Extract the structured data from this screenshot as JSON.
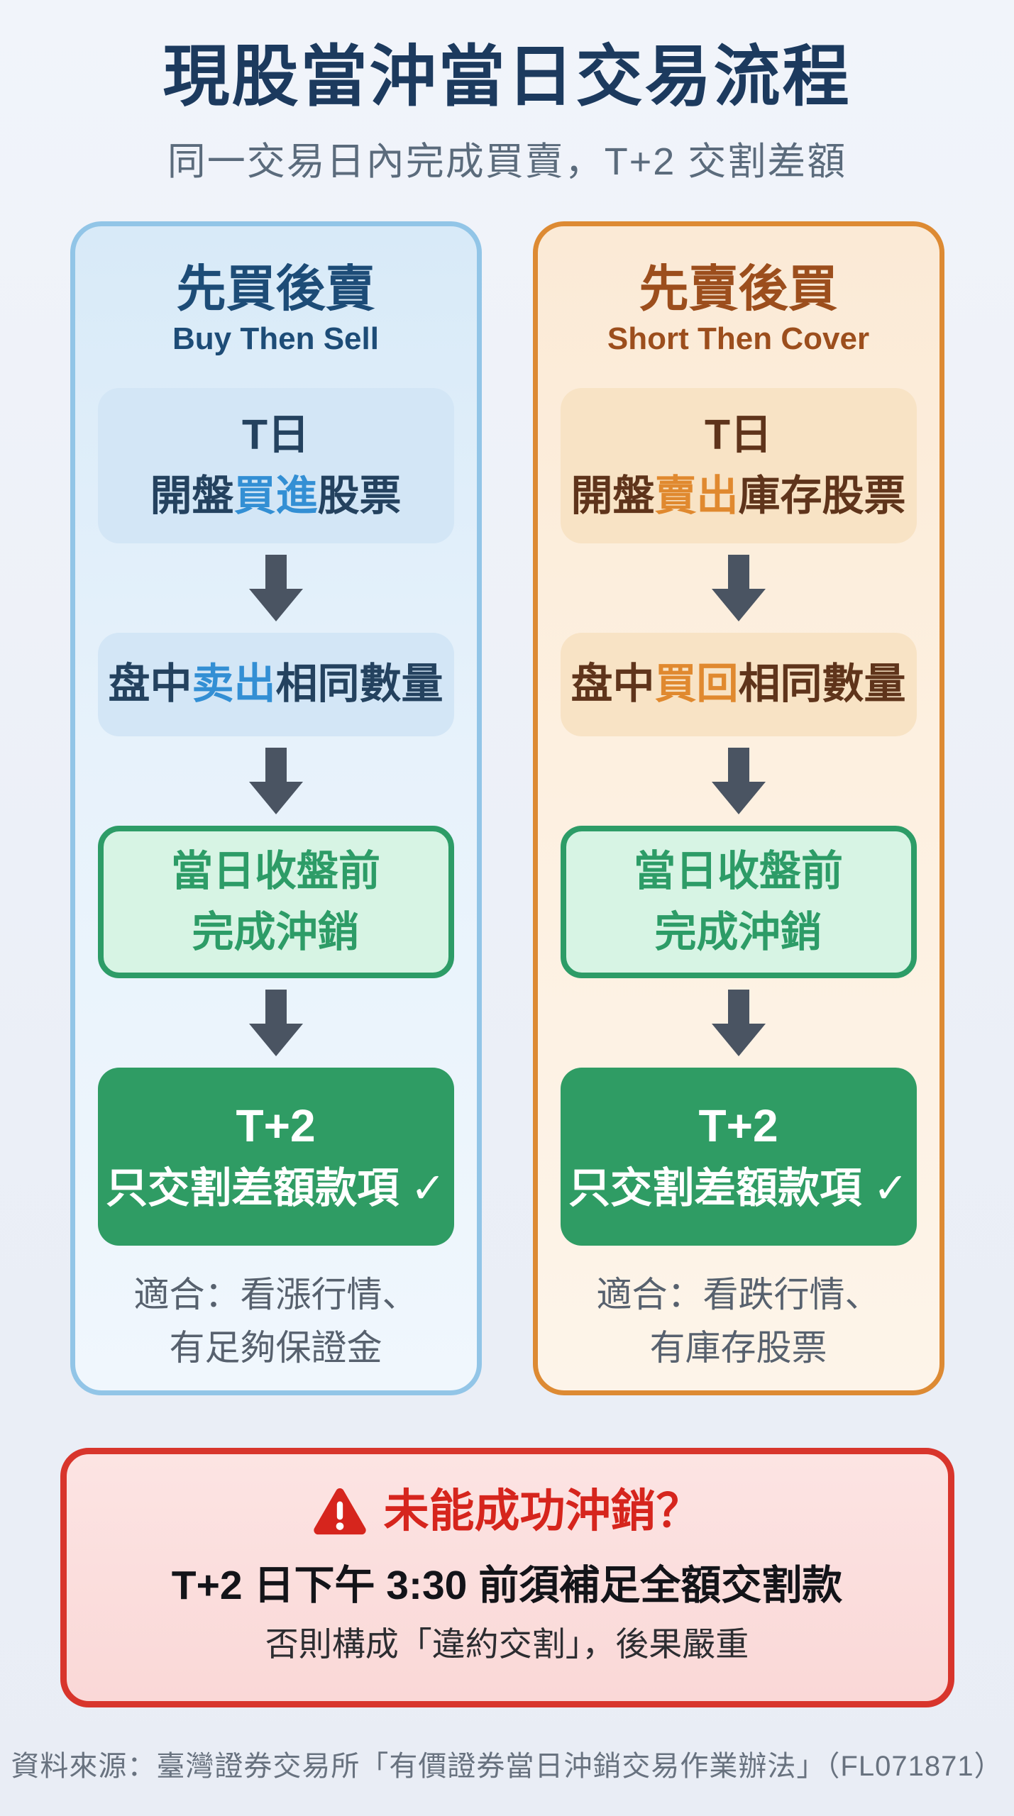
{
  "page": {
    "title": "現股當沖當日交易流程",
    "subtitle": "同一交易日內完成買賣，T+2 交割差額",
    "source": "資料來源：臺灣證券交易所「有價證券當日沖銷交易作業辦法」（FL071871）"
  },
  "columns": [
    {
      "title_zh": "先買後賣",
      "title_en": "Buy Then Sell",
      "step1_line1": "T日",
      "step1_pre": "開盤",
      "step1_highlight": "買進",
      "step1_post": "股票",
      "step2_pre": "盘中",
      "step2_highlight": "卖出",
      "step2_post": "相同數量",
      "step3_line1": "當日收盤前",
      "step3_line2": "完成沖銷",
      "step4_line1": "T+2",
      "step4_line2": "只交割差額款項 ✓",
      "suit_line1": "適合：看漲行情、",
      "suit_line2": "有足夠保證金"
    },
    {
      "title_zh": "先賣後買",
      "title_en": "Short Then Cover",
      "step1_line1": "T日",
      "step1_pre": "開盤",
      "step1_highlight": "賣出",
      "step1_post": "庫存股票",
      "step2_pre": "盘中",
      "step2_highlight": "買回",
      "step2_post": "相同數量",
      "step3_line1": "當日收盤前",
      "step3_line2": "完成沖銷",
      "step4_line1": "T+2",
      "step4_line2": "只交割差額款項 ✓",
      "suit_line1": "適合：看跌行情、",
      "suit_line2": "有庫存股票"
    }
  ],
  "warning": {
    "title": "未能成功沖銷？",
    "line1": "T+2 日下午 3:30 前須補足全額交割款",
    "line2": "否則構成「違約交割」，後果嚴重"
  },
  "colors": {
    "title_navy": "#1c3a5e",
    "blue_border": "#92c5e7",
    "blue_highlight": "#338fd4",
    "orange_border": "#dd8a33",
    "orange_highlight": "#e0892f",
    "green": "#2f9c64",
    "warning_red": "#d8352c",
    "arrow_gray": "#4a5462"
  }
}
